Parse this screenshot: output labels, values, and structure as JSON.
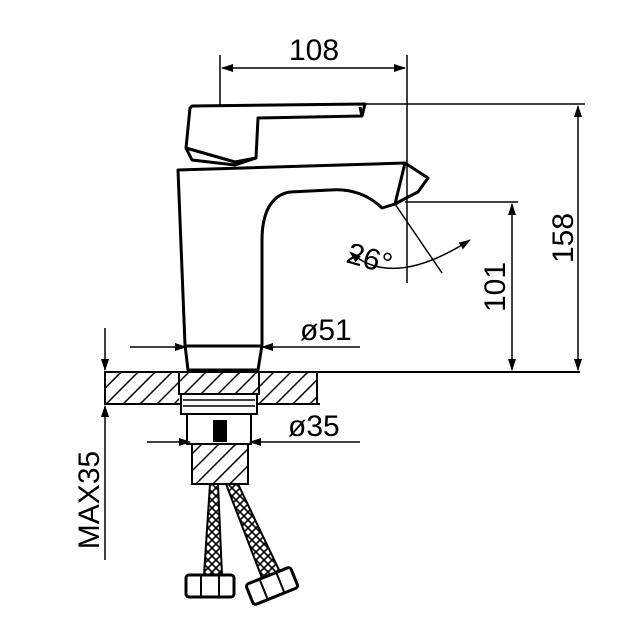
{
  "dimensions": {
    "spout_reach": "108",
    "total_height": "158",
    "spout_height": "101",
    "handle_angle": "26°",
    "body_diameter": "ø51",
    "shank_diameter": "ø35",
    "max_counter_thickness": "MAX35"
  },
  "colors": {
    "line": "#000000",
    "background": "#ffffff"
  }
}
